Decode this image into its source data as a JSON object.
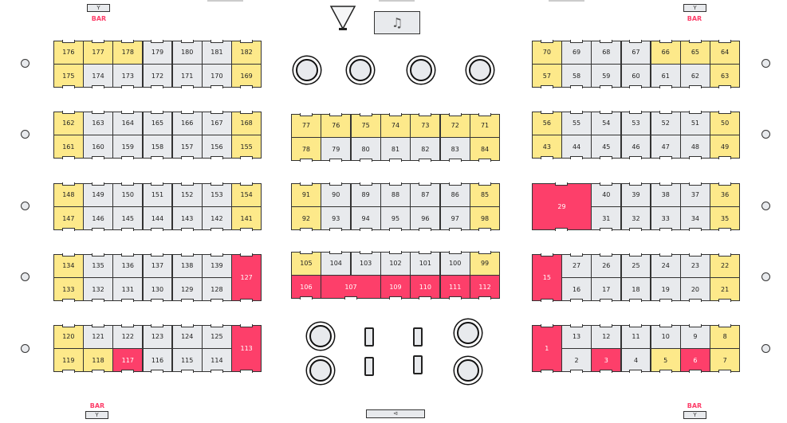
{
  "colors": {
    "available": "#e8eaed",
    "selected": "#fde98a",
    "reserved": "#fd3f6a"
  },
  "bars": {
    "label": "BAR",
    "icon": "cocktail-icon",
    "glyph": "Y"
  },
  "stage": {
    "icon": "music-note-icon",
    "glyph": "♫",
    "dj_icon": "dj-booth-icon"
  },
  "exit": {
    "icon": "exit-icon",
    "glyph": "⊲"
  },
  "blocks": [
    {
      "id": "L1",
      "cols": 7,
      "cells": [
        [
          "176",
          "selected"
        ],
        [
          "177",
          "selected"
        ],
        [
          "178",
          "selected"
        ],
        [
          "179",
          "available"
        ],
        [
          "180",
          "available"
        ],
        [
          "181",
          "available"
        ],
        [
          "182",
          "selected"
        ],
        [
          "175",
          "selected"
        ],
        [
          "174",
          "available"
        ],
        [
          "173",
          "available"
        ],
        [
          "172",
          "available"
        ],
        [
          "171",
          "available"
        ],
        [
          "170",
          "available"
        ],
        [
          "169",
          "selected"
        ]
      ]
    },
    {
      "id": "L2",
      "cols": 7,
      "cells": [
        [
          "162",
          "selected"
        ],
        [
          "163",
          "available"
        ],
        [
          "164",
          "available"
        ],
        [
          "165",
          "available"
        ],
        [
          "166",
          "available"
        ],
        [
          "167",
          "available"
        ],
        [
          "168",
          "selected"
        ],
        [
          "161",
          "selected"
        ],
        [
          "160",
          "available"
        ],
        [
          "159",
          "available"
        ],
        [
          "158",
          "available"
        ],
        [
          "157",
          "available"
        ],
        [
          "156",
          "available"
        ],
        [
          "155",
          "selected"
        ]
      ]
    },
    {
      "id": "L3",
      "cols": 7,
      "cells": [
        [
          "148",
          "selected"
        ],
        [
          "149",
          "available"
        ],
        [
          "150",
          "available"
        ],
        [
          "151",
          "available"
        ],
        [
          "152",
          "available"
        ],
        [
          "153",
          "available"
        ],
        [
          "154",
          "selected"
        ],
        [
          "147",
          "selected"
        ],
        [
          "146",
          "available"
        ],
        [
          "145",
          "available"
        ],
        [
          "144",
          "available"
        ],
        [
          "143",
          "available"
        ],
        [
          "142",
          "available"
        ],
        [
          "141",
          "selected"
        ]
      ]
    },
    {
      "id": "L4",
      "cols": 7,
      "cells": [
        [
          "134",
          "selected"
        ],
        [
          "135",
          "available"
        ],
        [
          "136",
          "available"
        ],
        [
          "137",
          "available"
        ],
        [
          "138",
          "available"
        ],
        [
          "139",
          "available"
        ],
        [
          "127",
          "reserved",
          2,
          1
        ],
        [
          "133",
          "selected"
        ],
        [
          "132",
          "available"
        ],
        [
          "131",
          "available"
        ],
        [
          "130",
          "available"
        ],
        [
          "129",
          "available"
        ],
        [
          "128",
          "available"
        ]
      ]
    },
    {
      "id": "L5",
      "cols": 7,
      "cells": [
        [
          "120",
          "selected"
        ],
        [
          "121",
          "available"
        ],
        [
          "122",
          "available"
        ],
        [
          "123",
          "available"
        ],
        [
          "124",
          "available"
        ],
        [
          "125",
          "available"
        ],
        [
          "113",
          "reserved",
          2,
          1
        ],
        [
          "119",
          "selected"
        ],
        [
          "118",
          "selected"
        ],
        [
          "117",
          "reserved"
        ],
        [
          "116",
          "available"
        ],
        [
          "115",
          "available"
        ],
        [
          "114",
          "available"
        ]
      ]
    },
    {
      "id": "C1",
      "cols": 7,
      "cells": [
        [
          "77",
          "selected"
        ],
        [
          "76",
          "selected"
        ],
        [
          "75",
          "selected"
        ],
        [
          "74",
          "selected"
        ],
        [
          "73",
          "selected"
        ],
        [
          "72",
          "selected"
        ],
        [
          "71",
          "selected"
        ],
        [
          "78",
          "selected"
        ],
        [
          "79",
          "available"
        ],
        [
          "80",
          "available"
        ],
        [
          "81",
          "available"
        ],
        [
          "82",
          "available"
        ],
        [
          "83",
          "available"
        ],
        [
          "84",
          "selected"
        ]
      ]
    },
    {
      "id": "C2",
      "cols": 7,
      "cells": [
        [
          "91",
          "selected"
        ],
        [
          "90",
          "available"
        ],
        [
          "89",
          "available"
        ],
        [
          "88",
          "available"
        ],
        [
          "87",
          "available"
        ],
        [
          "86",
          "available"
        ],
        [
          "85",
          "selected"
        ],
        [
          "92",
          "selected"
        ],
        [
          "93",
          "available"
        ],
        [
          "94",
          "available"
        ],
        [
          "95",
          "available"
        ],
        [
          "96",
          "available"
        ],
        [
          "97",
          "available"
        ],
        [
          "98",
          "selected"
        ]
      ]
    },
    {
      "id": "C3",
      "cols": 7,
      "cells": [
        [
          "105",
          "selected"
        ],
        [
          "104",
          "available"
        ],
        [
          "103",
          "available"
        ],
        [
          "102",
          "available"
        ],
        [
          "101",
          "available"
        ],
        [
          "100",
          "available"
        ],
        [
          "99",
          "selected"
        ],
        [
          "106",
          "reserved"
        ],
        [
          "107",
          "reserved",
          1,
          2
        ],
        [
          "109",
          "reserved"
        ],
        [
          "110",
          "reserved"
        ],
        [
          "111",
          "reserved"
        ],
        [
          "112",
          "reserved"
        ]
      ]
    },
    {
      "id": "R1",
      "cols": 7,
      "cells": [
        [
          "70",
          "selected"
        ],
        [
          "69",
          "available"
        ],
        [
          "68",
          "available"
        ],
        [
          "67",
          "available"
        ],
        [
          "66",
          "selected"
        ],
        [
          "65",
          "selected"
        ],
        [
          "64",
          "selected"
        ],
        [
          "57",
          "selected"
        ],
        [
          "58",
          "available"
        ],
        [
          "59",
          "available"
        ],
        [
          "60",
          "available"
        ],
        [
          "61",
          "available"
        ],
        [
          "62",
          "available"
        ],
        [
          "63",
          "selected"
        ]
      ]
    },
    {
      "id": "R2",
      "cols": 7,
      "cells": [
        [
          "56",
          "selected"
        ],
        [
          "55",
          "available"
        ],
        [
          "54",
          "available"
        ],
        [
          "53",
          "available"
        ],
        [
          "52",
          "available"
        ],
        [
          "51",
          "available"
        ],
        [
          "50",
          "selected"
        ],
        [
          "43",
          "selected"
        ],
        [
          "44",
          "available"
        ],
        [
          "45",
          "available"
        ],
        [
          "46",
          "available"
        ],
        [
          "47",
          "available"
        ],
        [
          "48",
          "available"
        ],
        [
          "49",
          "selected"
        ]
      ]
    },
    {
      "id": "R3",
      "cols": 7,
      "cells": [
        [
          "29",
          "reserved",
          2,
          2
        ],
        [
          "40",
          "available"
        ],
        [
          "39",
          "available"
        ],
        [
          "38",
          "available"
        ],
        [
          "37",
          "available"
        ],
        [
          "36",
          "selected"
        ],
        [
          "31",
          "available"
        ],
        [
          "32",
          "available"
        ],
        [
          "33",
          "available"
        ],
        [
          "34",
          "available"
        ],
        [
          "35",
          "selected"
        ]
      ]
    },
    {
      "id": "R4",
      "cols": 7,
      "cells": [
        [
          "15",
          "reserved",
          2,
          1
        ],
        [
          "27",
          "available"
        ],
        [
          "26",
          "available"
        ],
        [
          "25",
          "available"
        ],
        [
          "24",
          "available"
        ],
        [
          "23",
          "available"
        ],
        [
          "22",
          "selected"
        ],
        [
          "16",
          "available"
        ],
        [
          "17",
          "available"
        ],
        [
          "18",
          "available"
        ],
        [
          "19",
          "available"
        ],
        [
          "20",
          "available"
        ],
        [
          "21",
          "selected"
        ]
      ]
    },
    {
      "id": "R5",
      "cols": 7,
      "cells": [
        [
          "1",
          "reserved",
          2,
          1
        ],
        [
          "13",
          "available"
        ],
        [
          "12",
          "available"
        ],
        [
          "11",
          "available"
        ],
        [
          "10",
          "available"
        ],
        [
          "9",
          "available"
        ],
        [
          "8",
          "selected"
        ],
        [
          "2",
          "available"
        ],
        [
          "3",
          "reserved"
        ],
        [
          "4",
          "available"
        ],
        [
          "5",
          "selected"
        ],
        [
          "6",
          "reserved"
        ],
        [
          "7",
          "selected"
        ]
      ]
    }
  ]
}
